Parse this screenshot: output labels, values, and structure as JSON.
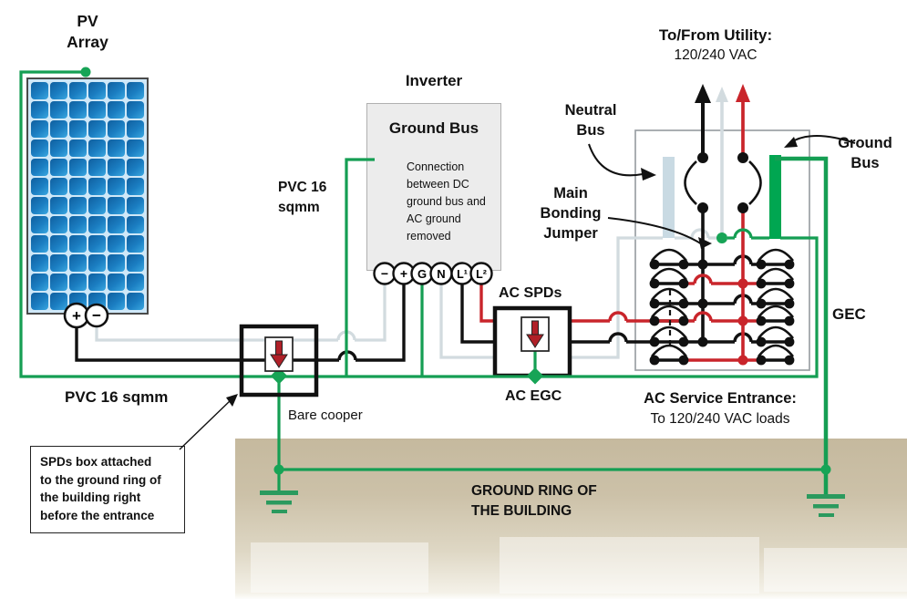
{
  "colors": {
    "green_wire": "#159e53",
    "green_bus": "#00a651",
    "red_wire": "#c9252b",
    "black_wire": "#111111",
    "neutral_wire": "#d2dbdf",
    "neutral_bus_bar": "#c9dae3",
    "panel_outline": "#9ba1a5",
    "ground_soil": "#c5b99e",
    "pv_cell_blue": "#1b7ec2"
  },
  "pv": {
    "label": "PV\nArray",
    "terminal_plus": "+",
    "terminal_minus": "−"
  },
  "inverter": {
    "label": "Inverter",
    "ground_bus_title": "Ground Bus",
    "note": "Connection\nbetween DC\nground bus and\nAC ground\nremoved",
    "terminals": [
      "−",
      "+",
      "G",
      "N",
      "L¹",
      "L²"
    ]
  },
  "labels": {
    "pvc_top": "PVC 16\nsqmm",
    "pvc_bottom": "PVC 16 sqmm",
    "bare_copper": "Bare cooper",
    "utility_title": "To/From Utility:",
    "utility_sub": "120/240 VAC",
    "neutral_bus": "Neutral\nBus",
    "ground_bus_panel": "Ground\nBus",
    "main_bonding_jumper": "Main\nBonding\nJumper",
    "gec": "GEC",
    "ac_spds": "AC SPDs",
    "ac_egc": "AC EGC",
    "service_title": "AC Service Entrance:",
    "service_sub": "To 120/240 VAC loads",
    "ground_ring": "GROUND RING OF\nTHE BUILDING",
    "note_box": "SPDs box attached\nto the ground ring of\nthe building right\nbefore the entrance"
  }
}
